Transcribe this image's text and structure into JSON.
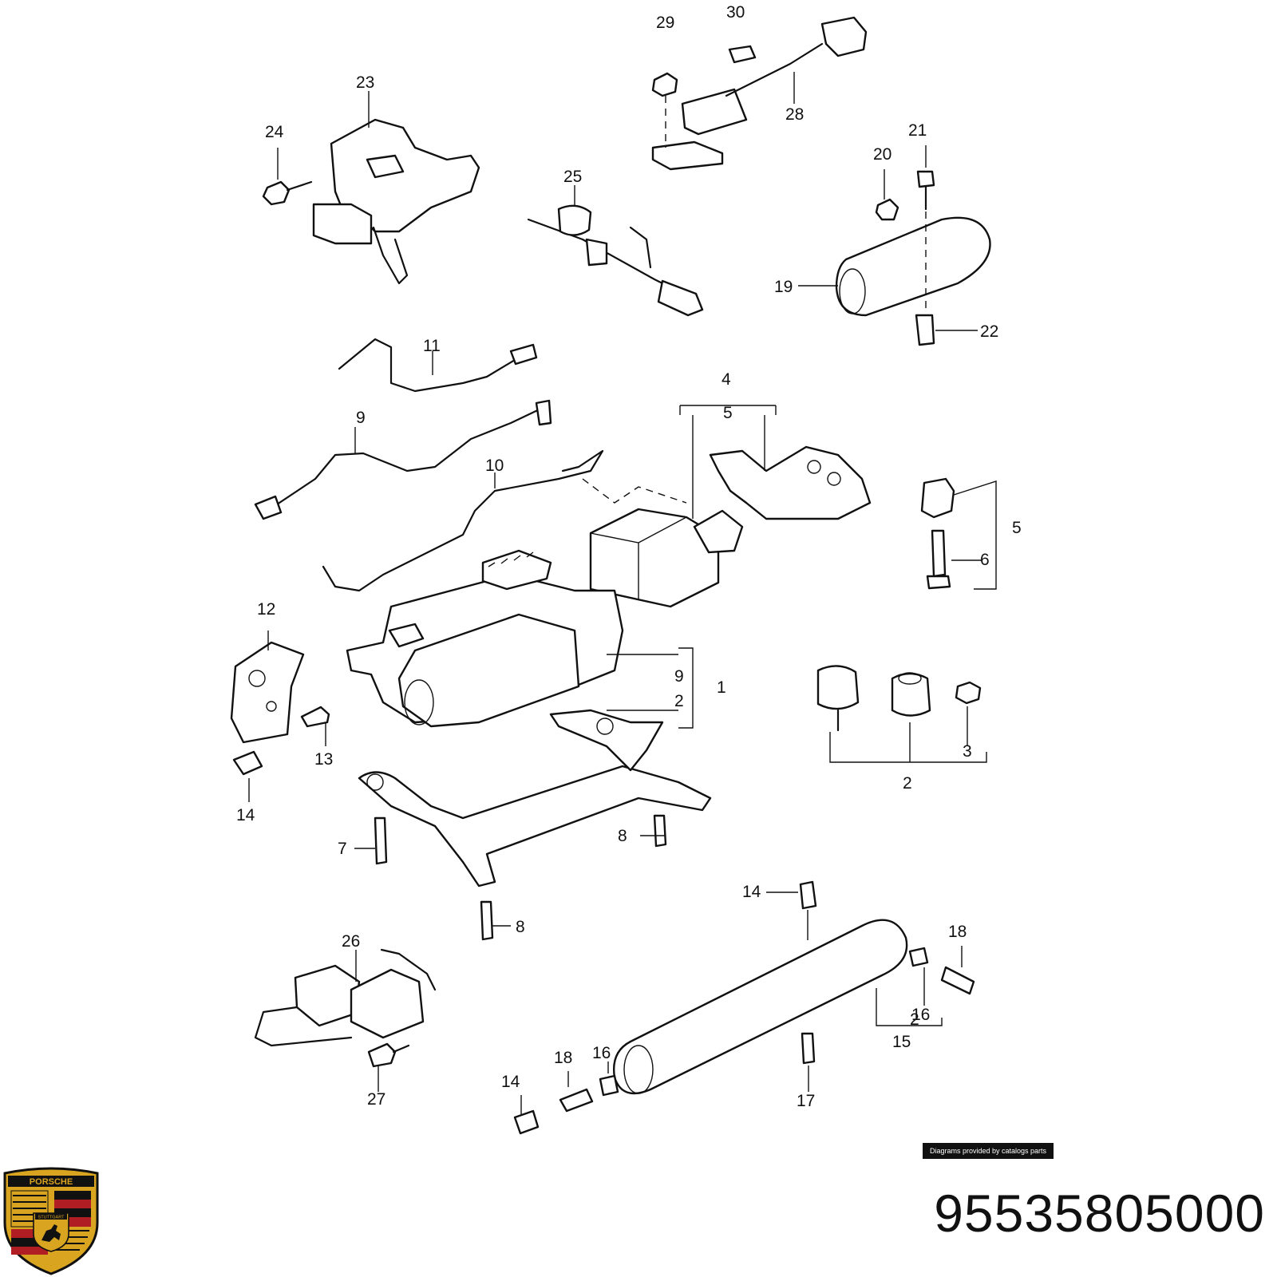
{
  "diagram": {
    "callouts": [
      "1",
      "2",
      "2",
      "2",
      "3",
      "4",
      "5",
      "5",
      "6",
      "7",
      "8",
      "8",
      "9",
      "9",
      "10",
      "11",
      "12",
      "13",
      "14",
      "14",
      "14",
      "15",
      "16",
      "16",
      "17",
      "18",
      "18",
      "19",
      "20",
      "21",
      "22",
      "23",
      "24",
      "25",
      "26",
      "27",
      "28",
      "29",
      "30"
    ]
  },
  "credit_text": "Diagrams provided by catalogs parts",
  "part_number": "95535805000",
  "logo": {
    "name": "porsche-crest",
    "lettering": [
      "PORSCHE",
      "STUTTGART"
    ],
    "colors": {
      "gold": "#d9a520",
      "red": "#b01e23",
      "black": "#111111"
    }
  }
}
